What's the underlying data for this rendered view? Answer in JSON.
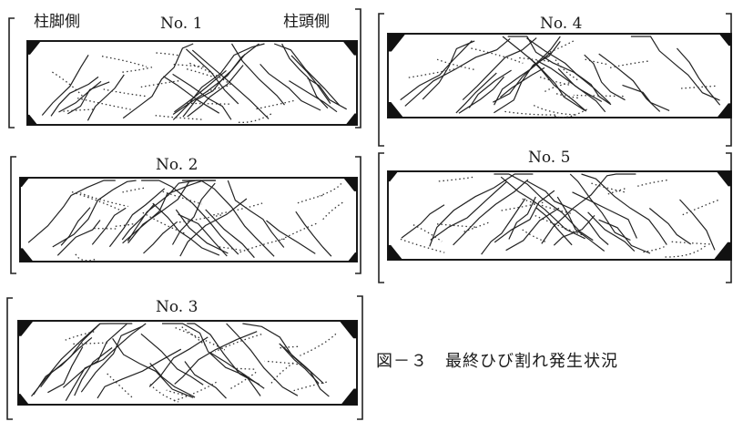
{
  "labels": {
    "column_base_side": "柱脚側",
    "column_head_side": "柱頭側"
  },
  "specimens": [
    {
      "id": "no1",
      "label": "No. 1"
    },
    {
      "id": "no2",
      "label": "No. 2"
    },
    {
      "id": "no3",
      "label": "No. 3"
    },
    {
      "id": "no4",
      "label": "No. 4"
    },
    {
      "id": "no5",
      "label": "No. 5"
    }
  ],
  "caption": "図－３　最終ひび割れ発生状況"
}
